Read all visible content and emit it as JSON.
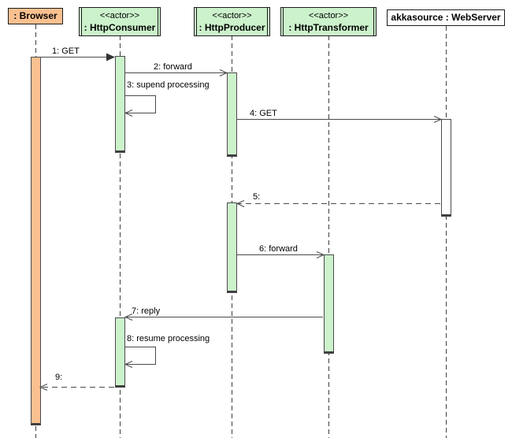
{
  "diagram": {
    "type": "uml-sequence-diagram",
    "participants": [
      {
        "id": "browser",
        "stereotype": "",
        "name": ": Browser",
        "fill": "#fac090"
      },
      {
        "id": "http-consumer",
        "stereotype": "<<actor>>",
        "name": ": HttpConsumer",
        "fill": "#ccf2cc"
      },
      {
        "id": "http-producer",
        "stereotype": "<<actor>>",
        "name": ": HttpProducer",
        "fill": "#ccf2cc"
      },
      {
        "id": "http-transformer",
        "stereotype": "<<actor>>",
        "name": ": HttpTransformer",
        "fill": "#ccf2cc"
      },
      {
        "id": "web-server",
        "stereotype": "",
        "name": "akkasource : WebServer",
        "fill": "#ffffff"
      }
    ],
    "messages": [
      {
        "num": 1,
        "label": "1: GET",
        "from": "browser",
        "to": "http-consumer",
        "line": "solid",
        "arrow": "filled",
        "self": false
      },
      {
        "num": 2,
        "label": "2: forward",
        "from": "http-consumer",
        "to": "http-producer",
        "line": "solid",
        "arrow": "open",
        "self": false
      },
      {
        "num": 3,
        "label": "3: supend processing",
        "from": "http-consumer",
        "to": "http-consumer",
        "line": "solid",
        "arrow": "open",
        "self": true
      },
      {
        "num": 4,
        "label": "4: GET",
        "from": "http-producer",
        "to": "web-server",
        "line": "solid",
        "arrow": "open",
        "self": false
      },
      {
        "num": 5,
        "label": "5:",
        "from": "web-server",
        "to": "http-producer",
        "line": "dashed",
        "arrow": "open",
        "self": false
      },
      {
        "num": 6,
        "label": "6: forward",
        "from": "http-producer",
        "to": "http-transformer",
        "line": "solid",
        "arrow": "open",
        "self": false
      },
      {
        "num": 7,
        "label": "7: reply",
        "from": "http-transformer",
        "to": "http-consumer",
        "line": "solid",
        "arrow": "open",
        "self": false
      },
      {
        "num": 8,
        "label": "8: resume processing",
        "from": "http-consumer",
        "to": "http-consumer",
        "line": "solid",
        "arrow": "open",
        "self": true
      },
      {
        "num": 9,
        "label": "9:",
        "from": "http-consumer",
        "to": "browser",
        "line": "dashed",
        "arrow": "open",
        "self": false
      }
    ],
    "colors": {
      "actor_fill": "#ccf2cc",
      "browser_fill": "#fac090",
      "server_fill": "#ffffff",
      "line": "#4a4a4a",
      "border": "#1c1c1c",
      "background": "#ffffff"
    }
  }
}
